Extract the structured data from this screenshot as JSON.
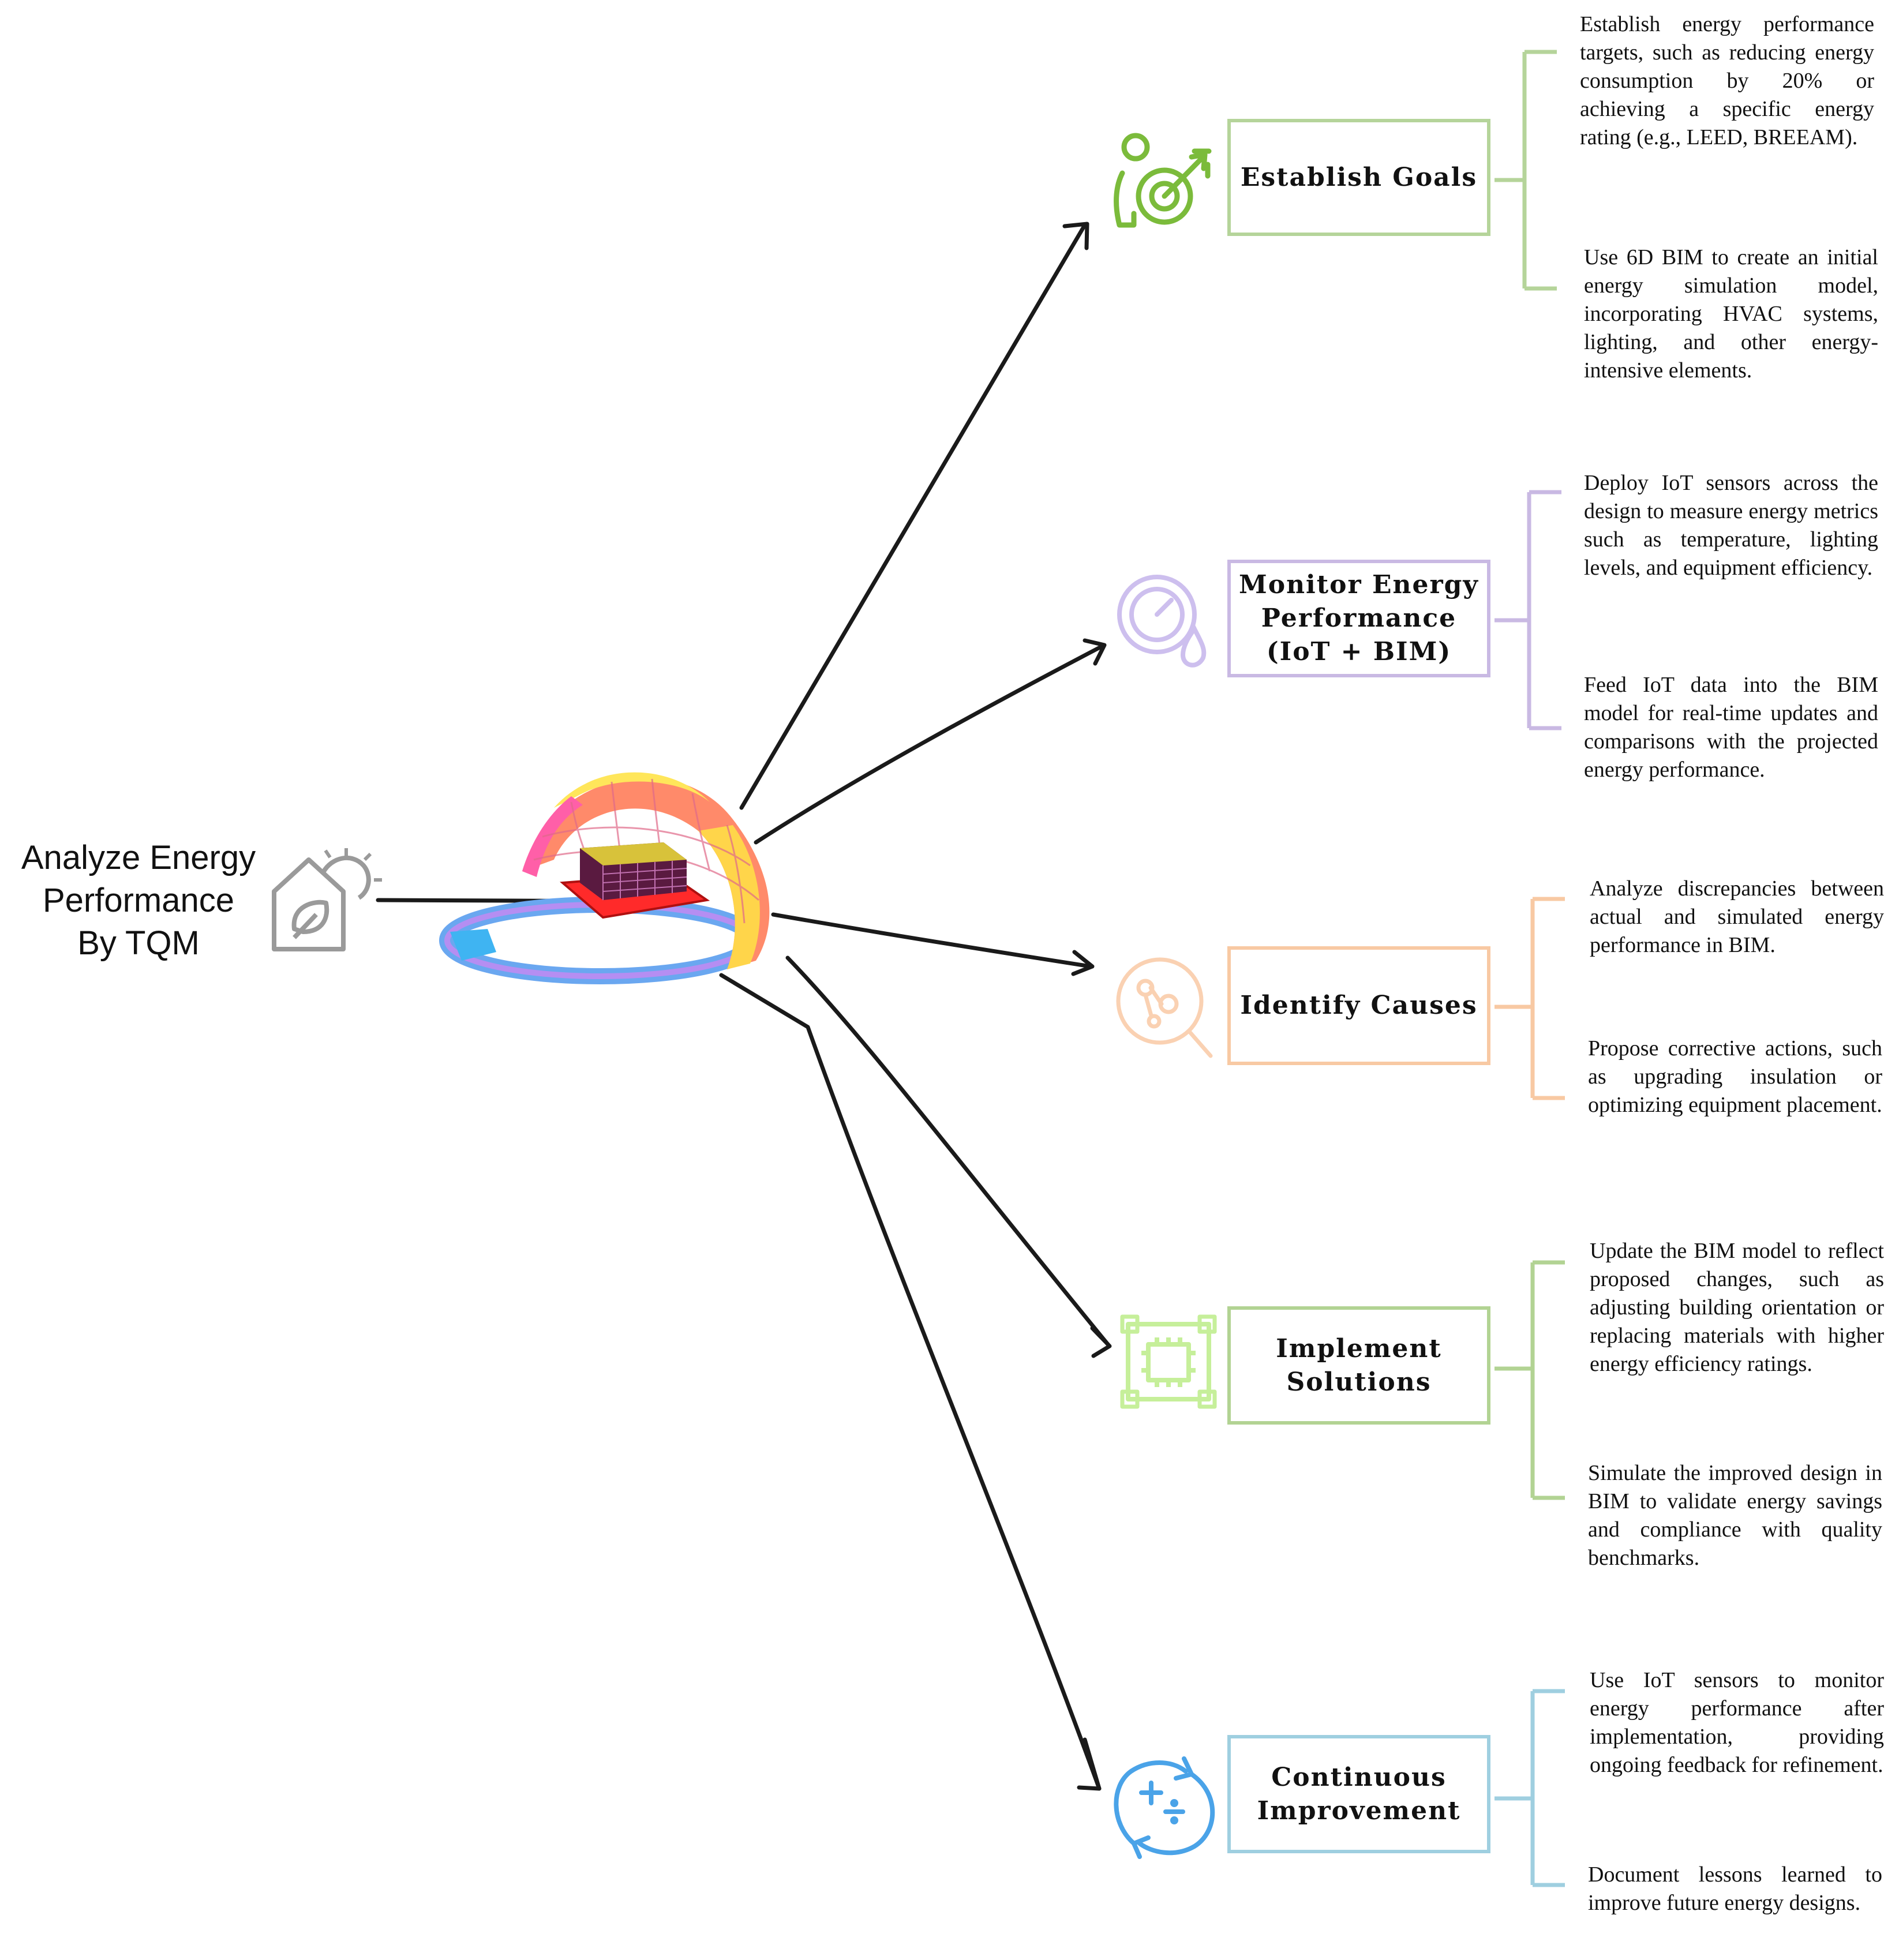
{
  "root": {
    "lines": [
      "Analyze Energy",
      "Performance",
      "By TQM"
    ],
    "icon": "eco-house-icon"
  },
  "central_image": "3d-energy-simulation-model",
  "colors": {
    "green": "#b5d49a",
    "purple": "#c9b9e3",
    "orange": "#f8c9a3",
    "light_green": "#b2d393",
    "blue": "#9fcfe0",
    "icon_green": "#7bbb3b",
    "icon_purple": "#cdbfee",
    "icon_orange": "#fad1b2",
    "icon_lime": "#c6ef9a",
    "icon_blue": "#4aa3e8"
  },
  "steps": [
    {
      "title_lines": [
        "Establish Goals"
      ],
      "icon": "target-person-icon",
      "details": [
        "Establish energy performance targets, such as reducing energy consumption by 20% or achieving a specific energy rating (e.g., LEED, BREEAM).",
        "Use 6D BIM to create an initial energy simulation model, incorporating HVAC systems, lighting, and other energy-intensive elements."
      ]
    },
    {
      "title_lines": [
        "Monitor Energy",
        "Performance",
        "(IoT + BIM)"
      ],
      "icon": "energy-gauge-icon",
      "details": [
        "Deploy IoT sensors across the design to measure energy metrics such as temperature, lighting levels, and equipment efficiency.",
        "Feed IoT data into the BIM model for real-time updates and comparisons with the projected energy performance."
      ]
    },
    {
      "title_lines": [
        "Identify Causes"
      ],
      "icon": "magnifier-analysis-icon",
      "details": [
        "Analyze discrepancies between actual and simulated energy performance in BIM.",
        "Propose corrective actions, such as upgrading insulation or optimizing equipment placement."
      ]
    },
    {
      "title_lines": [
        "Implement",
        "Solutions"
      ],
      "icon": "chip-icon",
      "details": [
        "Update the BIM model to reflect proposed changes, such as adjusting building orientation or replacing materials with higher energy efficiency ratings.",
        "Simulate the improved design in BIM to validate energy savings and compliance with quality benchmarks."
      ]
    },
    {
      "title_lines": [
        "Continuous",
        "Improvement"
      ],
      "icon": "cycle-math-icon",
      "details": [
        "Use IoT sensors to monitor energy performance after implementation, providing ongoing feedback for refinement.",
        "Document lessons learned to improve future energy designs."
      ]
    }
  ]
}
